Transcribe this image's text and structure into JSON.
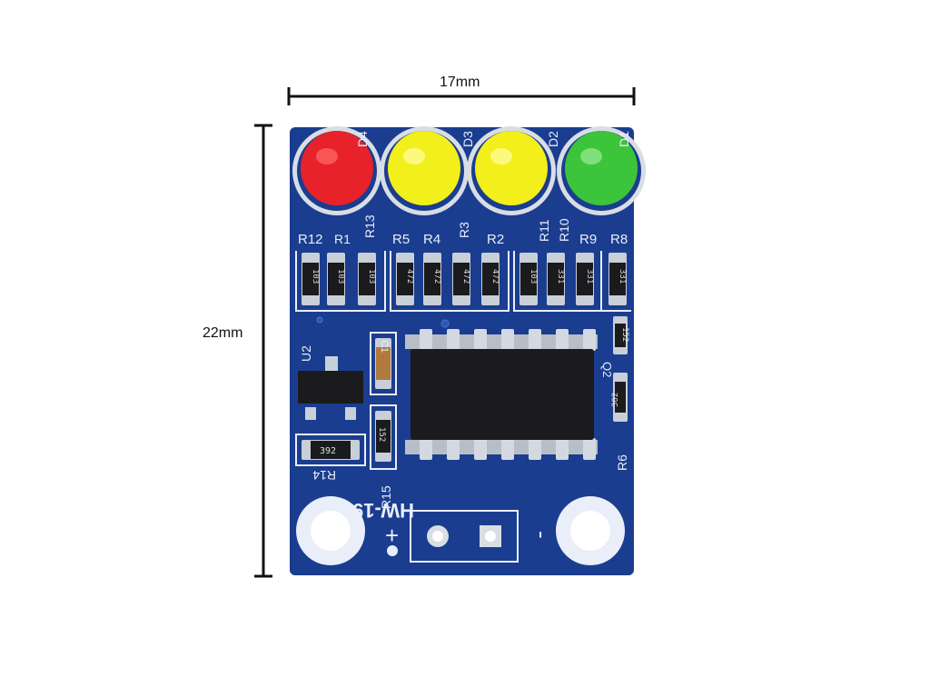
{
  "dimensions": {
    "width_label": "17mm",
    "height_label": "22mm"
  },
  "board": {
    "name": "HW-190",
    "colors": {
      "pcb": "#1a3d8f",
      "silkscreen": "#e9eef8",
      "led_red": "#e8222a",
      "led_yellow": "#f2ef1a",
      "led_green": "#3cc43a"
    },
    "led_labels": [
      "D4",
      "D3",
      "D2",
      "D1"
    ],
    "resistor_labels": [
      "R12",
      "R1",
      "R13",
      "R5",
      "R4",
      "R3",
      "R2",
      "R11",
      "R10",
      "R9",
      "R8"
    ],
    "resistor_codes": [
      "103",
      "103",
      "103",
      "472",
      "472",
      "472",
      "472",
      "103",
      "331",
      "331",
      "331"
    ],
    "side_codes": [
      "152",
      "302"
    ],
    "chip_labels": {
      "regulator": "U2",
      "capacitor": "C1",
      "r14_code": "392",
      "r14_label": "R14",
      "r15_code": "152",
      "r15_label": "R15",
      "q_label": "Q2",
      "r6_label": "R6"
    },
    "terminal_plus": "+",
    "terminal_minus": "-"
  }
}
